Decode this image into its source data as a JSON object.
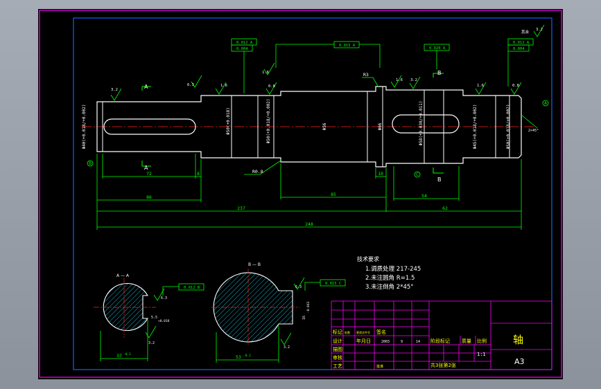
{
  "section_views": {
    "aa": {
      "title": "A — A",
      "dim_width": "37",
      "dim_width_tol": "-0.2",
      "flat_dim": "5.5",
      "flat_tol": "+0.018",
      "roughness_flat": "6.3",
      "roughness_side": "3.2",
      "tolerance_frame": "0.012 B"
    },
    "bb": {
      "title": "B — B",
      "dim_width": "53",
      "dim_width_tol": "-0.2",
      "flat_dim": "16",
      "flat_tol": "-0.043",
      "roughness_flat": "6.3",
      "roughness_side": "3.2",
      "tolerance_frame": "0.015 C"
    }
  },
  "shaft": {
    "dims": {
      "total": "248",
      "d237": "237",
      "d86": "86",
      "d85": "85",
      "d62": "62",
      "d54": "54",
      "d72": "72",
      "d8": "8",
      "d10": "10"
    },
    "diameters": {
      "left_end": "Φ40(+0.018/+0.002)",
      "keyway_left": "Φ50(+0.018)",
      "seat_left": "Φ50(+0.018/+0.002)",
      "center": "Φ56",
      "collar": "Φ66",
      "keyway_right": "Φ58(+0.030/+0.011)",
      "seat_right": "Φ45(+0.018/+0.002)",
      "right_end": "Φ50(+0.018/+0.002)"
    },
    "roughness": [
      "3.2",
      "6.3",
      "1.6",
      "1.6",
      "0.8",
      "1.6",
      "3.2",
      "1.6",
      "0.8"
    ],
    "callouts": {
      "r3": "R3",
      "r08": "R0.8",
      "chamfer": "2×45°",
      "section_a": "A",
      "section_b": "B",
      "datum_a": "A",
      "datum_b": "B",
      "datum_c": "C"
    },
    "tolerance_frames": {
      "left1": "0.012 A",
      "left2": "0.004",
      "center": "0.015 A",
      "right_b": "0.020 A",
      "right1": "0.012 A",
      "right2": "0.004"
    }
  },
  "notes": {
    "heading": "技术要求",
    "line1": "1.调质处理 217-245",
    "line2": "2.未注圆角 R=1.5",
    "line3": "3.未注倒角 2*45°"
  },
  "title_block": {
    "part_name": "轴",
    "paper_size": "A3",
    "row_mark": "标记",
    "row_count": "处数",
    "row_change_doc": "更改文件号",
    "row_signature": "签名",
    "row_design": "设计",
    "row_date": "年月日",
    "date_year": "2003",
    "date_month": "9",
    "date_day": "14",
    "row_draft": "描图",
    "row_review": "审核",
    "row_process": "工艺",
    "row_approve": "批准",
    "stage_mark": "阶段标记",
    "weight": "质量",
    "scale_label": "比例",
    "scale_value": "1:1",
    "sheets": "共3张第2张"
  },
  "roughness_other": {
    "label": "其余",
    "value": "3.2"
  },
  "colors": {
    "frame": "#ff00ff",
    "outline": "#ffffff",
    "dim": "#00ff00",
    "center": "#ff2020",
    "accent": "#ffff00",
    "hatch": "#1ee0ff"
  }
}
